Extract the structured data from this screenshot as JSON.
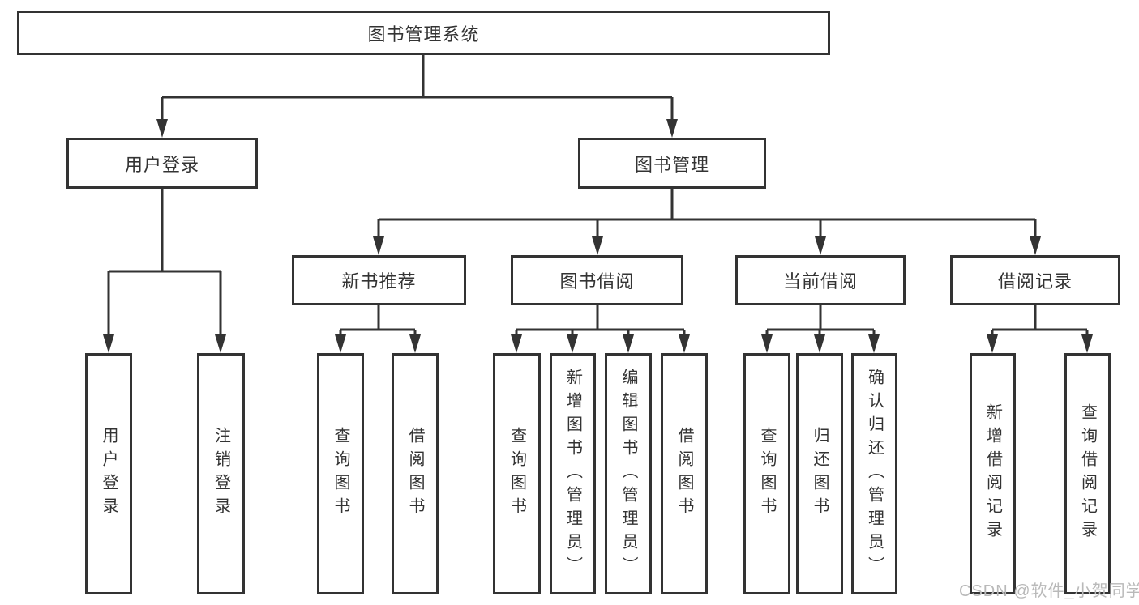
{
  "tree": {
    "root": {
      "label": "图书管理系统"
    },
    "level1": [
      {
        "label": "用户登录"
      },
      {
        "label": "图书管理"
      }
    ],
    "level2": [
      {
        "label": "新书推荐"
      },
      {
        "label": "图书借阅"
      },
      {
        "label": "当前借阅"
      },
      {
        "label": "借阅记录"
      }
    ],
    "leaves": {
      "user_login": [
        {
          "label": "用户登录"
        },
        {
          "label": "注销登录"
        }
      ],
      "new_books": [
        {
          "label": "查询图书"
        },
        {
          "label": "借阅图书"
        }
      ],
      "book_borrow": [
        {
          "label": "查询图书"
        },
        {
          "label": "新增图书（管理员）"
        },
        {
          "label": "编辑图书（管理员）"
        },
        {
          "label": "借阅图书"
        }
      ],
      "current_borrow": [
        {
          "label": "查询图书"
        },
        {
          "label": "归还图书"
        },
        {
          "label": "确认归还（管理员）"
        }
      ],
      "borrow_records": [
        {
          "label": "新增借阅记录"
        },
        {
          "label": "查询借阅记录"
        }
      ]
    }
  },
  "watermark": "CSDN @软件_小贺同学",
  "colors": {
    "line": "#333333",
    "text": "#333333",
    "watermark": "#b9b9b9",
    "background": "#ffffff"
  }
}
